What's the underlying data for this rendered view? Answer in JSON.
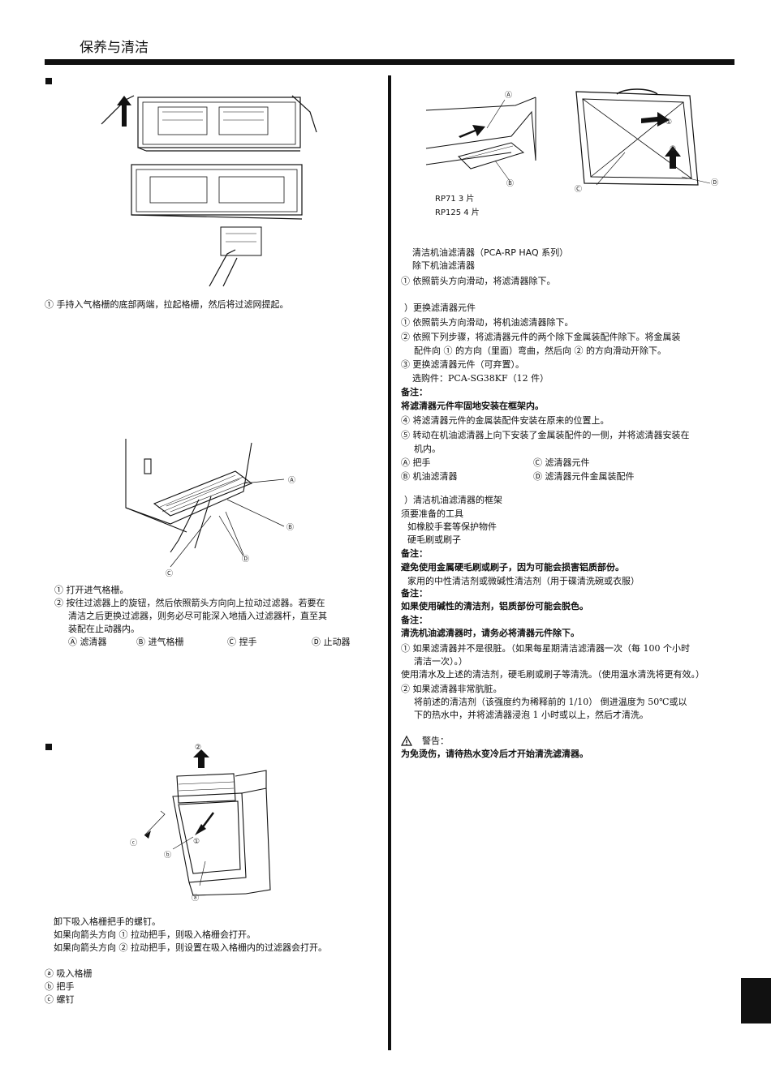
{
  "header": {
    "title": "保养与清洁"
  },
  "left": {
    "fig1_caption": "① 手持入气格栅的底部两端，拉起格栅，然后将过滤网提起。",
    "fig2_steps": [
      "① 打开进气格栅。",
      "② 按往过滤器上的旋钮，然后依照箭头方向向上拉动过滤器。若要在",
      "清洁之后更换过滤器，则务必尽可能深入地插入过滤器杆，直至其",
      "装配在止动器内。"
    ],
    "fig2_legend": [
      "Ⓐ 滤清器",
      "Ⓑ 进气格栅",
      "Ⓒ 捏手",
      "Ⓓ 止动器"
    ],
    "fig2_marks": [
      "Ⓐ",
      "Ⓑ",
      "Ⓒ",
      "Ⓓ"
    ],
    "fig3_marks": [
      "②",
      "①",
      "ⓒ",
      "ⓑ",
      "ⓐ"
    ],
    "fig3_text": [
      "卸下吸入格栅把手的螺钉。",
      "如果向箭头方向 ① 拉动把手，则吸入格栅会打开。",
      "如果向箭头方向 ② 拉动把手，则设置在吸入格栅内的过滤器会打开。"
    ],
    "fig3_legend": [
      "ⓐ 吸入格栅",
      "ⓑ 把手",
      "ⓒ 螺钉"
    ]
  },
  "right": {
    "fig_marks": [
      "Ⓐ",
      "Ⓑ",
      "Ⓒ",
      "Ⓓ",
      "①",
      "②"
    ],
    "rp_lines": [
      "RP71    3 片",
      "RP125   4 片"
    ],
    "s1": [
      "清洁机油滤清器（PCA-RP  HAQ 系列）",
      "除下机油滤清器"
    ],
    "s1_step": "① 依照箭头方向滑动，将滤清器除下。",
    "s2_head": "）更换滤清器元件",
    "s2_steps": [
      "① 依照箭头方向滑动，将机油滤清器除下。",
      "② 依照下列步骤，将滤清器元件的两个除下金属装配件除下。将金属装",
      "配件向 ① 的方向（里面）弯曲，然后向 ② 的方向滑动开除下。",
      "③ 更换滤清器元件（可弃置）。",
      "选购件：PCA-SG38KF（12 件）"
    ],
    "note1_label": "备注：",
    "note1": "将滤清器元件牢固地安装在框架内。",
    "s2_steps_b": [
      "④ 将滤清器元件的金属装配件安装在原来的位置上。",
      "⑤ 转动在机油滤清器上向下安装了金属装配件的一侧，并将滤清器安装在",
      "机内。"
    ],
    "legend": [
      "Ⓐ  把手",
      "Ⓒ  滤清器元件",
      "Ⓑ  机油滤清器",
      "Ⓓ  滤清器元件金属装配件"
    ],
    "s3_head": "）清洁机油滤清器的框架",
    "tools_label": "须要准备的工具",
    "tools": [
      "如橡胶手套等保护物件",
      "硬毛刷或刷子"
    ],
    "note2_label": "备注：",
    "note2": "避免使用金属硬毛刷或刷子，因为可能会损害铝质部份。",
    "cleaner": "家用的中性清洁剂或微碱性清洁剂（用于碟清洗碗或衣服）",
    "note3_label": "备注：",
    "note3": "如果使用碱性的清洁剂，铝质部份可能会脱色。",
    "note4_label": "备注：",
    "note4": "清洗机油滤清器时，请务必将清器元件除下。",
    "clean_steps": [
      "① 如果滤清器并不是很脏。（如果每星期清洁滤清器一次（每 100 个小时",
      "清洁一次）。）",
      "使用清水及上述的清洁剂，硬毛刷或刷子等清洗。（使用温水清洗将更有效。）",
      "② 如果滤清器非常肮脏。",
      "将前述的清洁剂（该强度约为稀释前的 1/10） 倒进温度为 50℃或以",
      "下的热水中，并将滤清器浸泡 1 小时或以上，然后才清洗。"
    ],
    "warn_label": "警告：",
    "warn_text": "为免烫伤，请待热水变冷后才开始清洗滤清器。"
  }
}
